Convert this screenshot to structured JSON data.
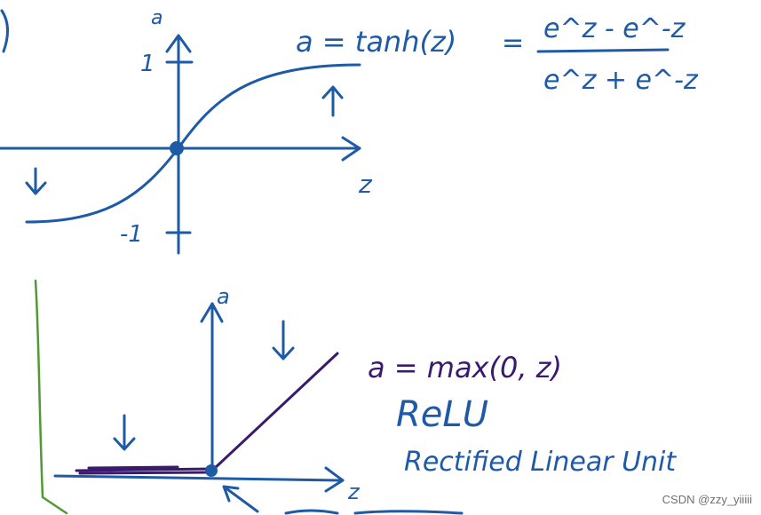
{
  "tanh_plot": {
    "y_axis_label": "a",
    "x_axis_label": "z",
    "tick_pos": "1",
    "tick_neg": "-1",
    "formula_lhs": "a = tanh(z)",
    "formula_eq": "=",
    "numerator": "e^z - e^-z",
    "denominator": "e^z + e^-z"
  },
  "relu_plot": {
    "y_axis_label": "a",
    "x_axis_label": "z",
    "formula": "a = max(0, z)",
    "name": "ReLU",
    "full_name": "Rectified Linear Unit"
  },
  "watermark": "CSDN @zzy_yiiiii",
  "colors": {
    "blue_ink": "#1e5aa6",
    "purple_ink": "#3a1a6e",
    "green_ink": "#4f9a32"
  }
}
